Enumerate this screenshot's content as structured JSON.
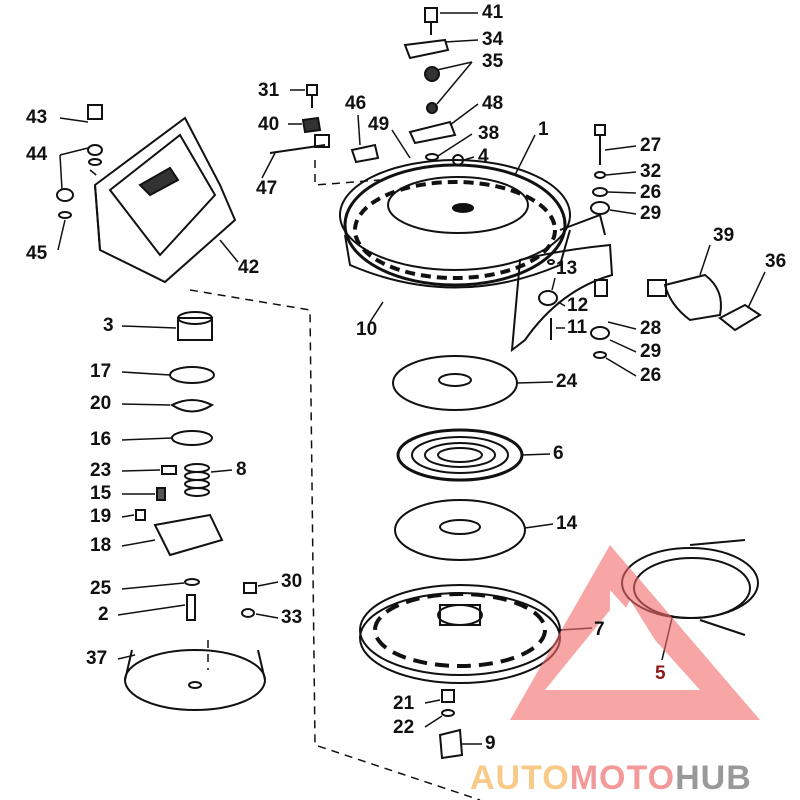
{
  "diagram_title": "",
  "part_labels": [
    "41",
    "34",
    "35",
    "48",
    "38",
    "4",
    "1",
    "27",
    "32",
    "26",
    "29",
    "39",
    "36",
    "13",
    "12",
    "11",
    "28",
    "29",
    "26",
    "24",
    "6",
    "14",
    "7",
    "5",
    "21",
    "22",
    "9",
    "31",
    "40",
    "46",
    "49",
    "47",
    "43",
    "44",
    "45",
    "42",
    "3",
    "10",
    "17",
    "20",
    "16",
    "23",
    "8",
    "15",
    "19",
    "18",
    "25",
    "30",
    "2",
    "33",
    "37"
  ],
  "watermark": {
    "part1": "AUTO",
    "part2": "MOTO",
    "part3": "HUB",
    "colors": {
      "auto": "#f7b860",
      "moto": "#f07878",
      "hub": "#777777",
      "triangle": "#f26b6b"
    }
  }
}
